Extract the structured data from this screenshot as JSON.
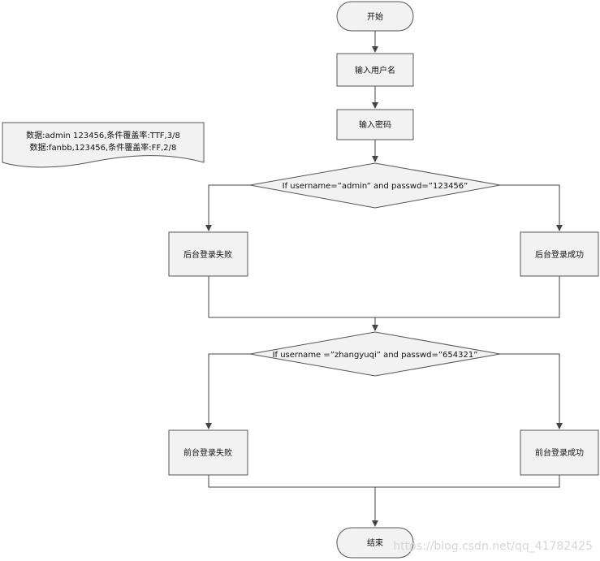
{
  "nodes": {
    "start": "开始",
    "input_username": "输入用户名",
    "input_password": "输入密码",
    "decision_backend": "If username=”admin” and passwd=”123456”",
    "backend_fail": "后台登录失败",
    "backend_success": "后台登录成功",
    "decision_frontend": "If username =”zhangyuqi” and passwd=”654321”",
    "frontend_fail": "前台登录失败",
    "frontend_success": "前台登录成功",
    "end": "结束"
  },
  "note": {
    "line1": "数据:admin 123456,条件覆盖率:TTF,3/8",
    "line2": "数据:fanbb,123456,条件覆盖率:FF,2/8"
  },
  "watermark": "https://blog.csdn.net/qq_41782425"
}
